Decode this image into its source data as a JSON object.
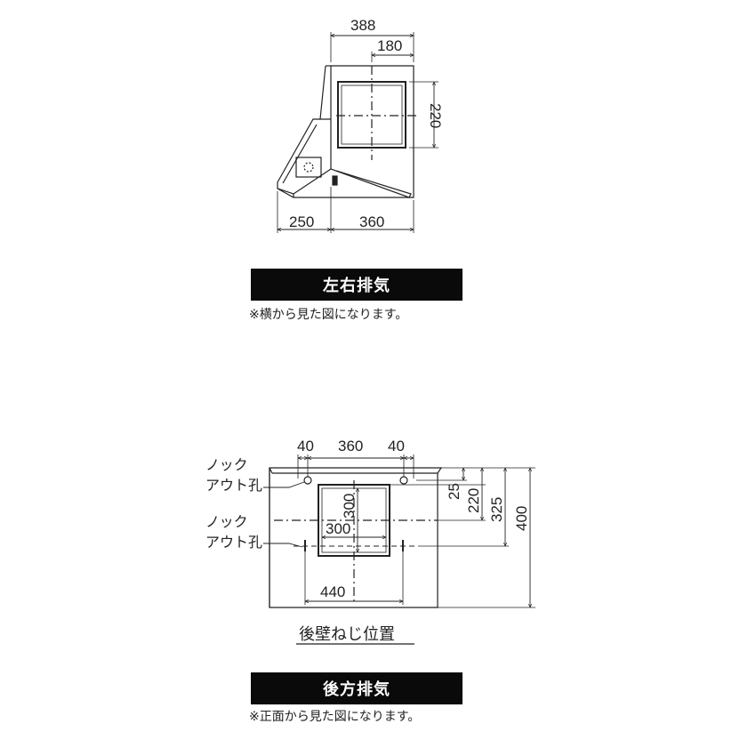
{
  "side_view": {
    "dimensions": {
      "overall_depth": "388",
      "duct_offset": "180",
      "duct_height": "220",
      "front_projection": "250",
      "body_depth": "360"
    },
    "banner": "左右排気",
    "note": "※横から見た図になります。"
  },
  "rear_view": {
    "dimensions": {
      "left_hole_offset": "40",
      "hole_span": "360",
      "right_hole_offset": "40",
      "top_to_hole": "25",
      "top_to_opening": "220",
      "top_to_lower_hole": "325",
      "overall_height": "400",
      "opening_height": "300",
      "opening_width": "300",
      "lower_hole_span": "440"
    },
    "knockout_label_upper": [
      "ノック",
      "アウト孔"
    ],
    "knockout_label_lower": [
      "ノック",
      "アウト孔"
    ],
    "screw_position_title": "後壁ねじ位置",
    "banner": "後方排気",
    "note": "※正面から見た図になります。"
  }
}
